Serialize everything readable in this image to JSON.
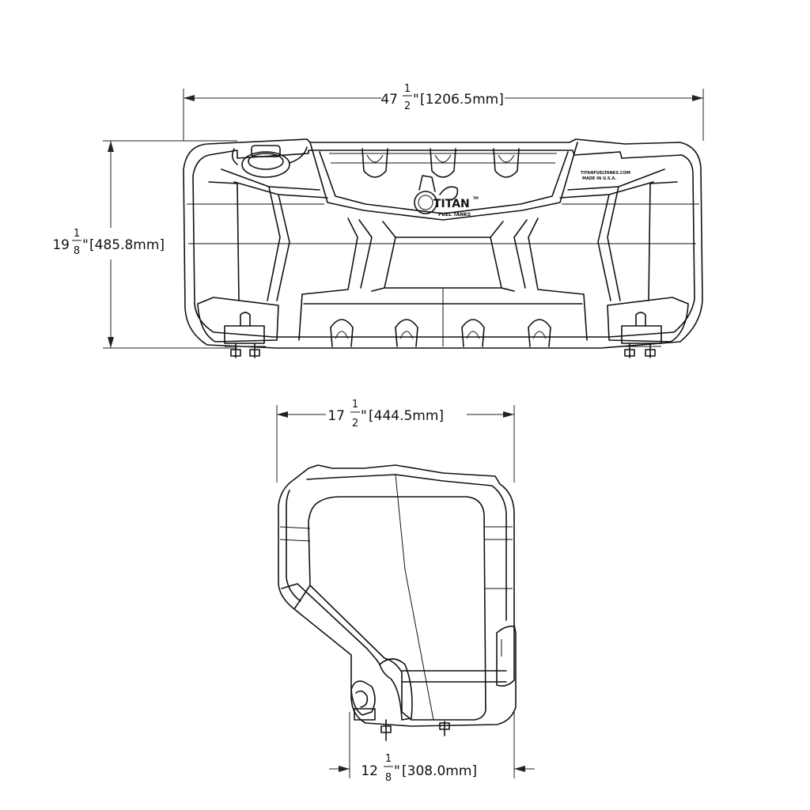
{
  "dimensions": {
    "width_top": {
      "whole": "47",
      "num": "1",
      "den": "2",
      "inch": "\"",
      "mm": "[1206.5mm]"
    },
    "height_top": {
      "whole": "19",
      "num": "1",
      "den": "8",
      "inch": "\"",
      "mm": "[485.8mm]"
    },
    "width_side": {
      "whole": "17",
      "num": "1",
      "den": "2",
      "inch": "\"",
      "mm": "[444.5mm]"
    },
    "bottom_side": {
      "whole": "12",
      "num": "1",
      "den": "8",
      "inch": "\"",
      "mm": "[308.0mm]"
    }
  },
  "logo": {
    "brand": "TITAN",
    "sub": "FUEL TANKS",
    "tm": "TM"
  },
  "label": {
    "line1": "TITANFUELTANKS.COM",
    "line2": "MADE IN U.S.A."
  }
}
